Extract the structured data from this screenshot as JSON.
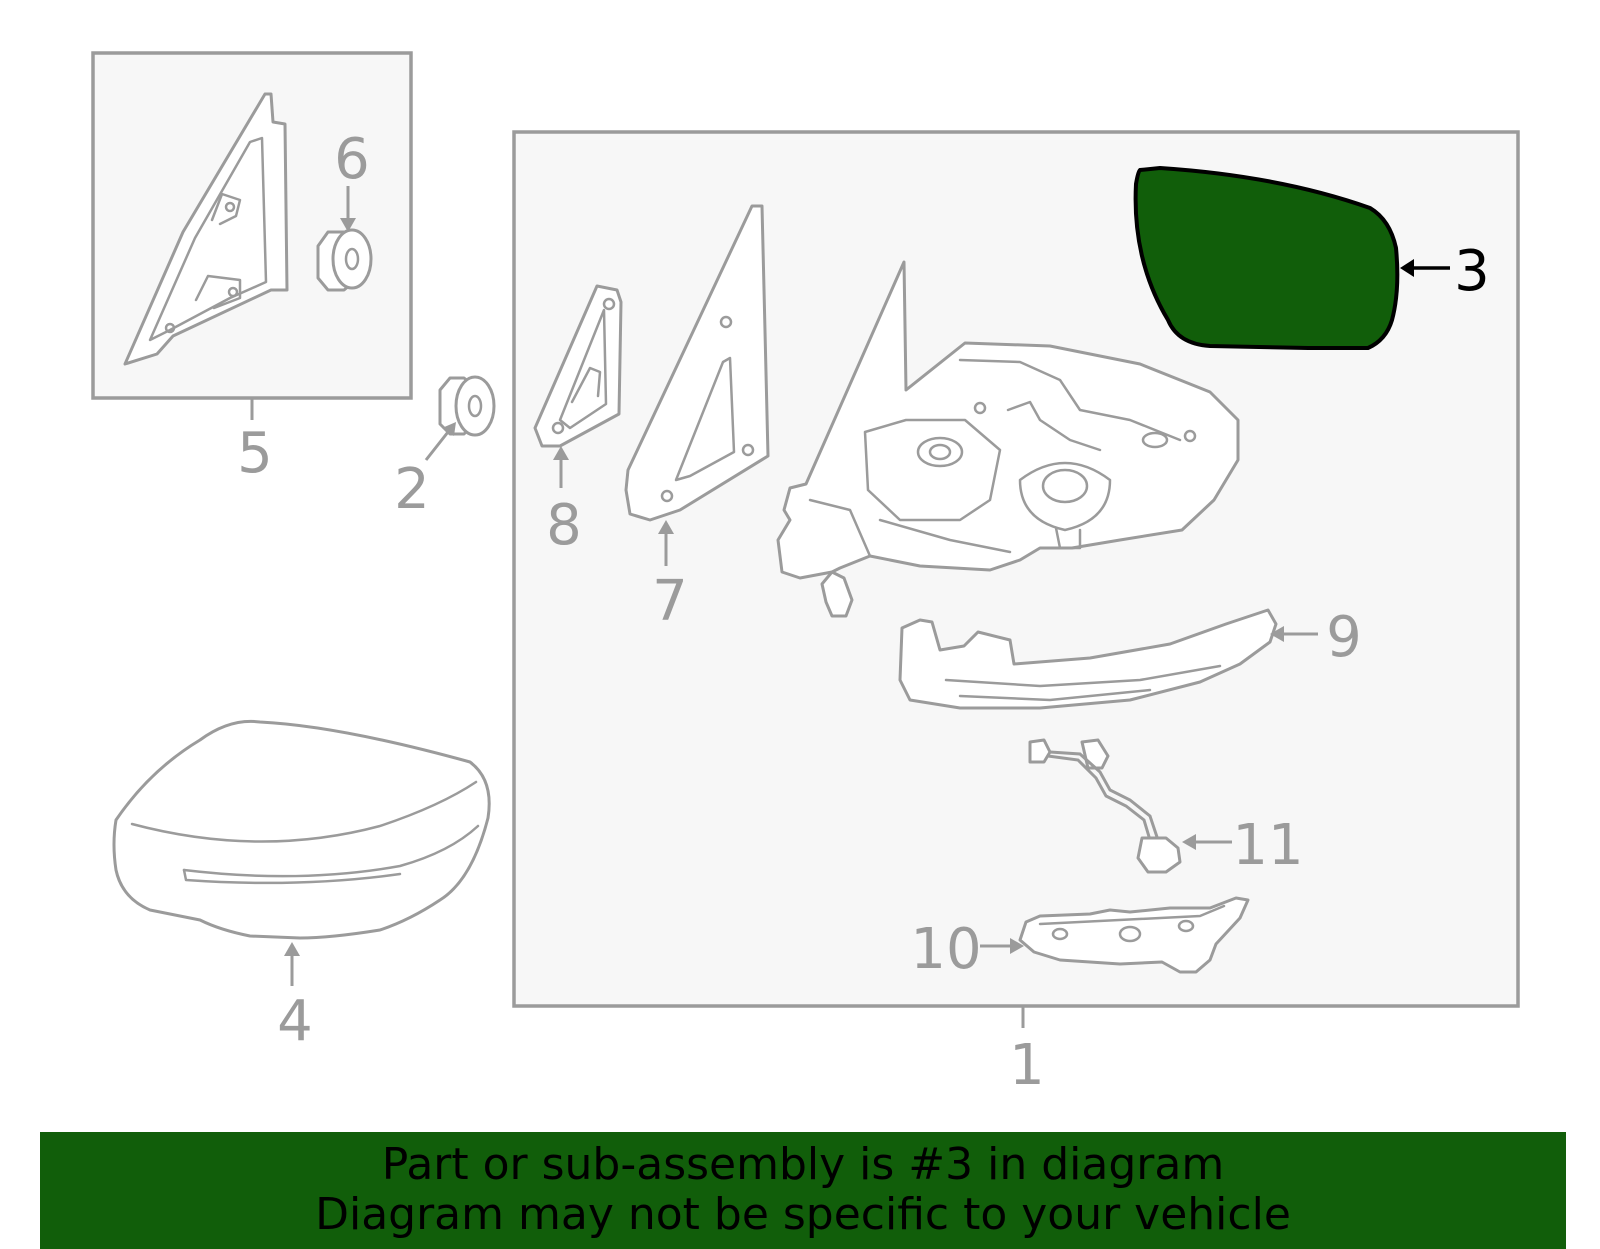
{
  "diagram": {
    "highlight_color": "#115e0a",
    "callouts": {
      "c1": "1",
      "c2": "2",
      "c3": "3",
      "c4": "4",
      "c5": "5",
      "c6": "6",
      "c7": "7",
      "c8": "8",
      "c9": "9",
      "c10": "10",
      "c11": "11"
    },
    "highlighted_part": "3"
  },
  "banner": {
    "line1": "Part or sub-assembly is #3 in diagram",
    "line2": "Diagram may not be specific to your vehicle"
  }
}
